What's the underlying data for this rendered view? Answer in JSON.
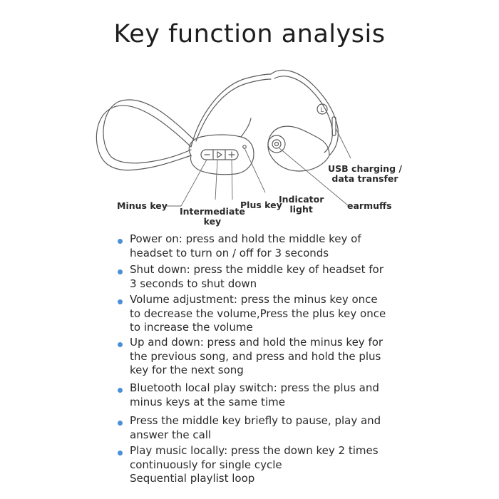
{
  "title": "Key function analysis",
  "callouts": {
    "usb": "USB charging /\ndata transfer",
    "minus": "Minus key",
    "intermediate": "Intermediate\nkey",
    "plus": "Plus key",
    "indicator": "Indicator\nlight",
    "earmuffs": "earmuffs"
  },
  "side_mark": "L",
  "bullets": [
    "Power on: press and hold the middle key of\nheadset to turn on / off for 3 seconds",
    "Shut down: press the middle key of headset for\n3 seconds to shut down",
    "Volume adjustment: press the minus key once\nto decrease the volume,Press the plus key once\nto increase the volume",
    "Up and down: press and hold the minus key for\nthe previous song, and press and hold the plus\nkey for the next song",
    "Bluetooth local play switch: press the plus and\nminus keys at the same time",
    "Press the middle key briefly to pause, play and\nanswer the call",
    "Play music locally: press the down key 2 times\ncontinuously for single cycle\nSequential playlist loop"
  ],
  "colors": {
    "bullet_dot": "#4a90d9",
    "line_art": "#555555"
  }
}
